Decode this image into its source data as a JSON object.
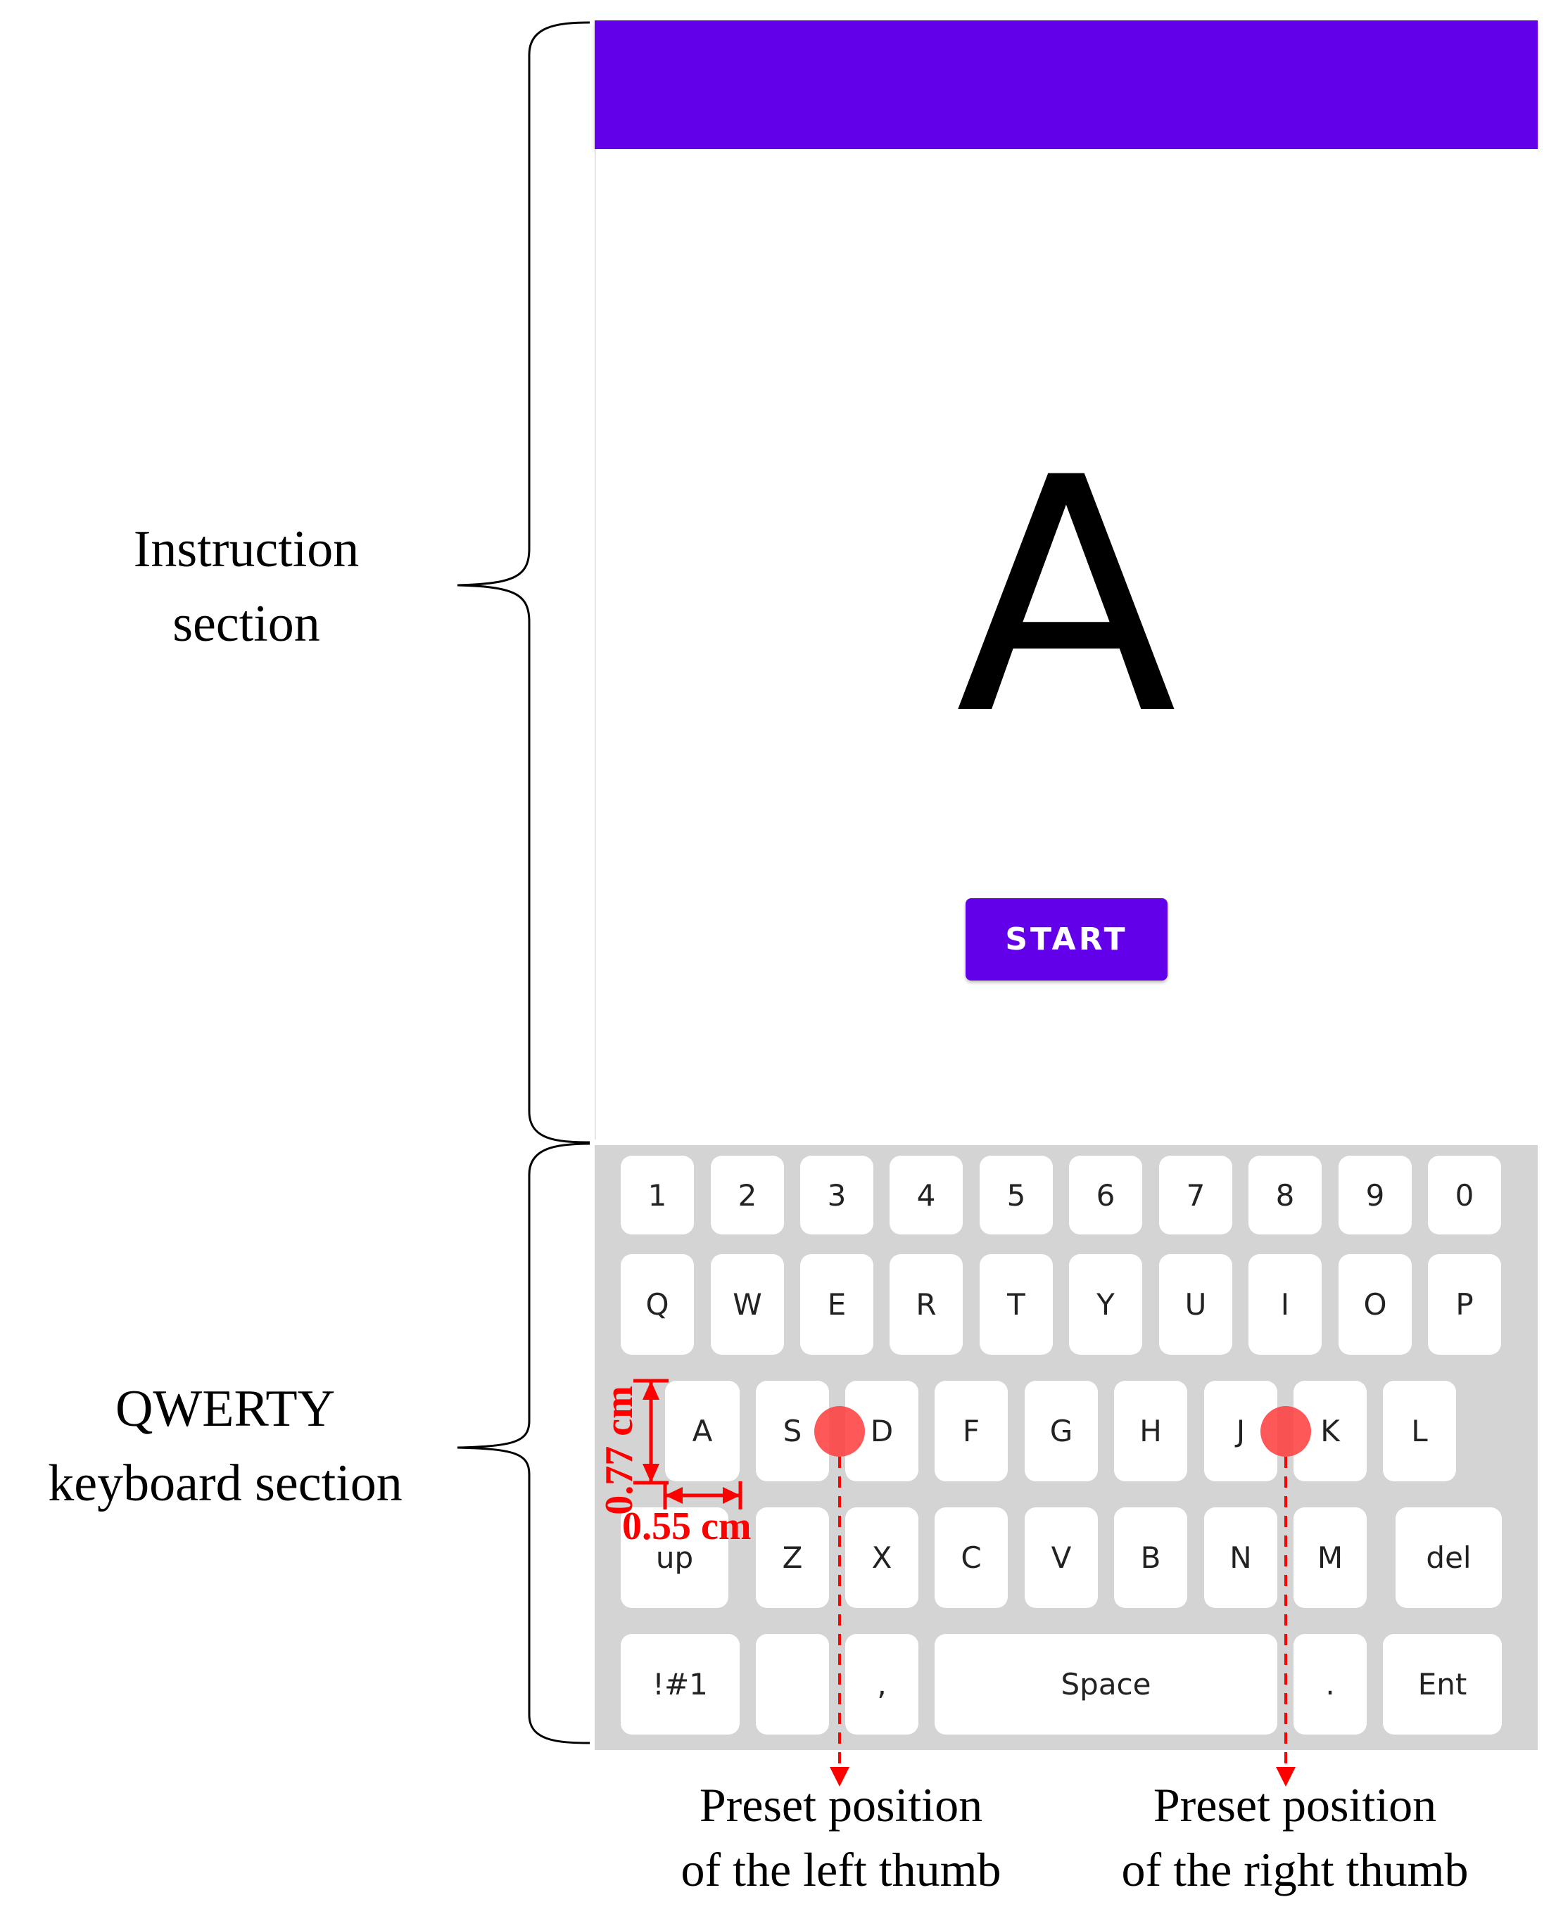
{
  "screen": {
    "big_letter": "A",
    "start_label": "START"
  },
  "keyboard": {
    "rows": [
      [
        "1",
        "2",
        "3",
        "4",
        "5",
        "6",
        "7",
        "8",
        "9",
        "0"
      ],
      [
        "Q",
        "W",
        "E",
        "R",
        "T",
        "Y",
        "U",
        "I",
        "O",
        "P"
      ],
      [
        "A",
        "S",
        "D",
        "F",
        "G",
        "H",
        "J",
        "K",
        "L"
      ],
      [
        "up",
        "Z",
        "X",
        "C",
        "V",
        "B",
        "N",
        "M",
        "del"
      ],
      [
        "!#1",
        "",
        ",",
        "Space",
        ".",
        "Ent"
      ]
    ]
  },
  "annotations": {
    "instruction_section": "Instruction\nsection",
    "keyboard_section": "QWERTY\nkeyboard section",
    "key_height": "0.77 cm",
    "key_width": "0.55 cm",
    "left_thumb": "Preset position\nof the left thumb",
    "right_thumb": "Preset position\nof the right thumb"
  },
  "colors": {
    "accent": "#6200ea",
    "keyboard_bg": "#d4d4d4",
    "key_bg": "#ffffff",
    "annotation_red": "#ff0000"
  }
}
